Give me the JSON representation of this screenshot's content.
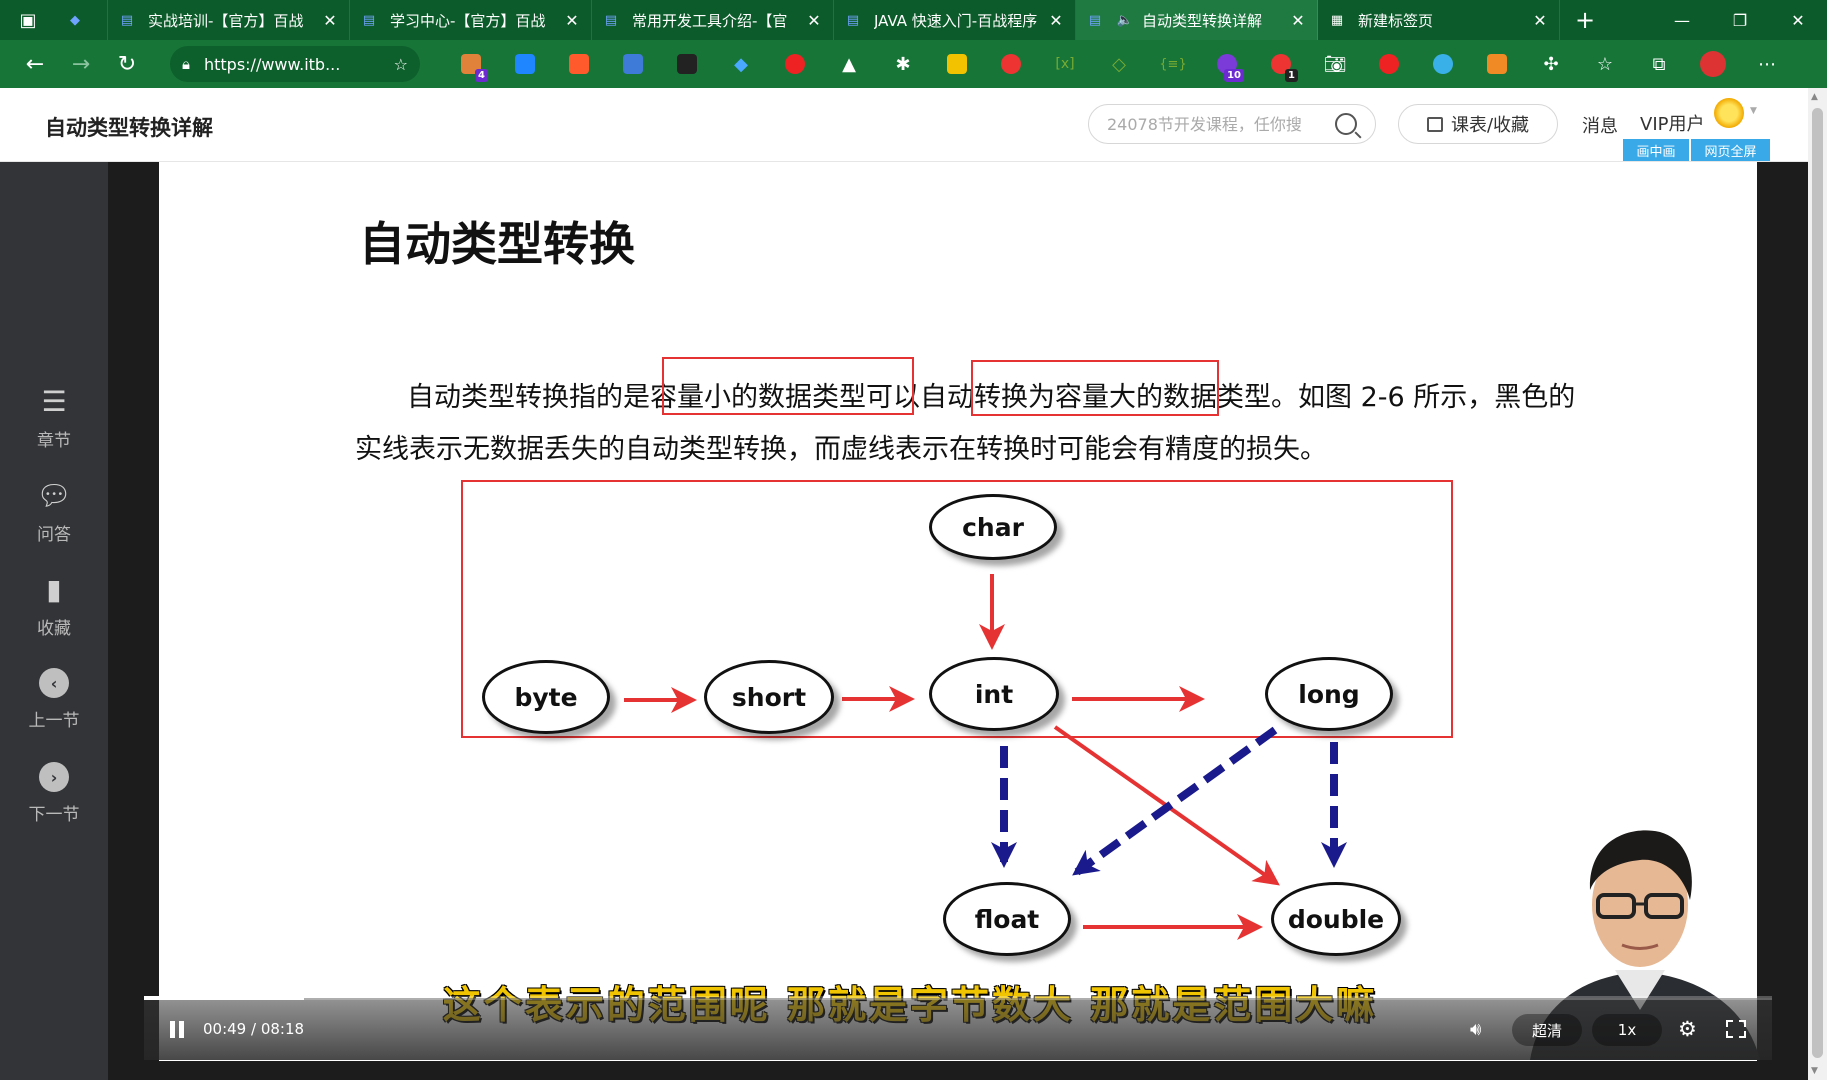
{
  "browser": {
    "tabs": [
      {
        "title": ""
      },
      {
        "title": "实战培训-【官方】百战"
      },
      {
        "title": "学习中心-【官方】百战"
      },
      {
        "title": "常用开发工具介绍-【官"
      },
      {
        "title": "JAVA 快速入门-百战程序"
      },
      {
        "title": "自动类型转换详解"
      },
      {
        "title": "新建标签页"
      }
    ],
    "url": "https://www.itb...",
    "ext_badges": {
      "b1": "4",
      "b2": "10",
      "b3": "1"
    }
  },
  "header": {
    "title": "自动类型转换详解",
    "search_placeholder": "24078节开发课程，任你搜",
    "course_btn": "课表/收藏",
    "msg": "消息",
    "vip": "VIP用户",
    "pip": "画中画",
    "fullweb": "网页全屏"
  },
  "rail": {
    "chapter": "章节",
    "qa": "问答",
    "fav": "收藏",
    "prev": "上一节",
    "next": "下一节"
  },
  "slide": {
    "title": "自动类型转换",
    "para": "自动类型转换指的是容量小的数据类型可以自动转换为容量大的数据类型。如图 2-6 所示，黑色的实线表示无数据丢失的自动类型转换，而虚线表示在转换时可能会有精度的损失。",
    "nodes": {
      "char": "char",
      "byte": "byte",
      "short": "short",
      "int": "int",
      "long": "long",
      "float": "float",
      "double": "double"
    }
  },
  "subtitle": "这个表示的范围呢 那就是字节数大 那就是范围大嘛",
  "player": {
    "time": "00:49 / 08:18",
    "progress": 0.098,
    "quality": "超清",
    "speed": "1x"
  },
  "colors": {
    "red_arrow": "#e53333",
    "blue_dashed": "#1a1a8c",
    "tab_bar": "#0c5b2a",
    "address_bar": "#177538"
  }
}
